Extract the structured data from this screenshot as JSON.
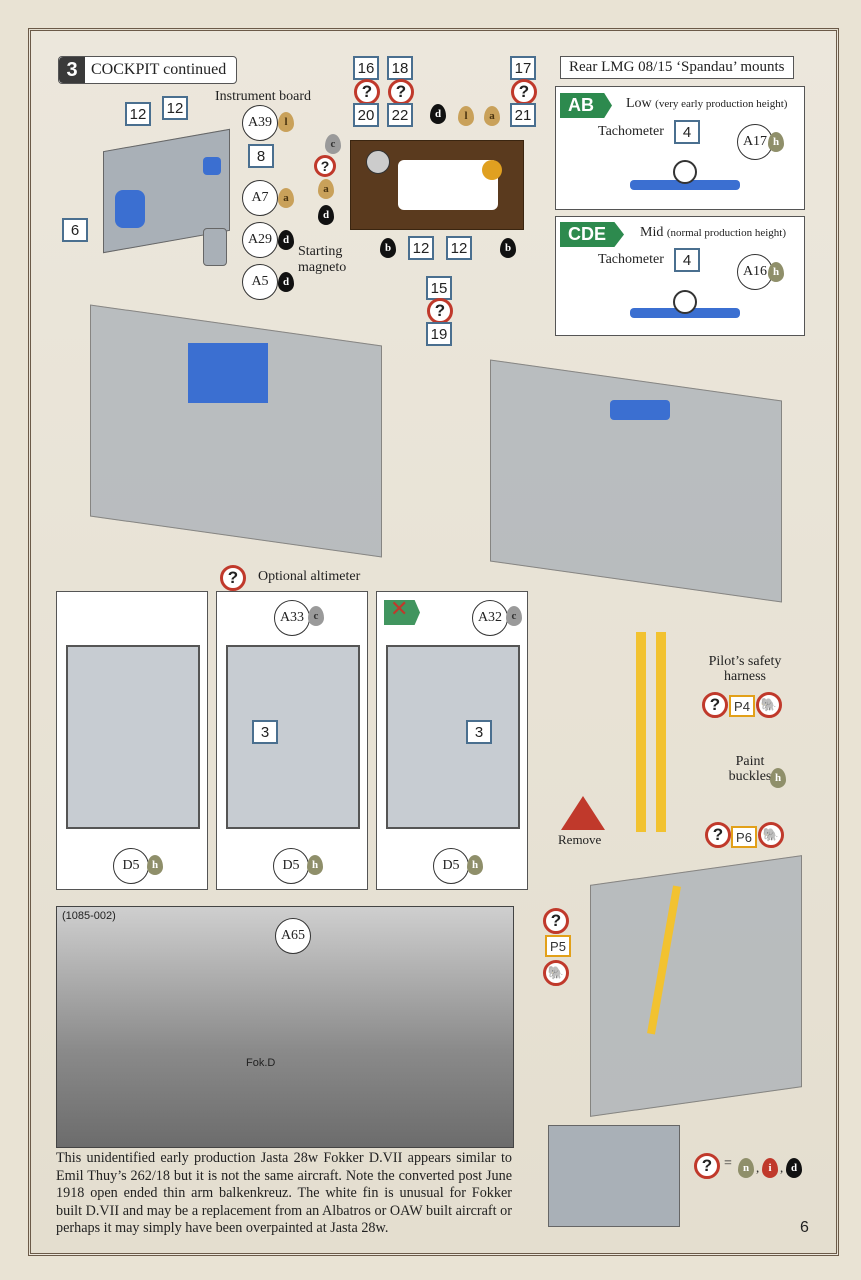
{
  "step": {
    "number": "3",
    "label": "COCKPIT continued"
  },
  "instrument": {
    "title": "Instrument board",
    "parts": [
      "A39",
      "A7",
      "A29",
      "A5"
    ],
    "paints": [
      "l",
      "a",
      "d",
      "d"
    ],
    "nums": [
      "12",
      "12",
      "8",
      "6"
    ],
    "starting_magneto": "Starting magneto"
  },
  "board": {
    "top_nums": [
      "16",
      "18",
      "17",
      "20",
      "22",
      "21"
    ],
    "bottom_nums": [
      "12",
      "12",
      "15",
      "19"
    ],
    "paint_labels": [
      "c",
      "a",
      "d",
      "l",
      "a",
      "d",
      "b",
      "b"
    ]
  },
  "spandau": {
    "title": "Rear LMG 08/15 ‘Spandau’ mounts",
    "ab": {
      "tag": "AB",
      "label": "Low",
      "note": "(very early production height)",
      "tach": "Tachometer",
      "num": "4",
      "part": "A17",
      "paint": "h"
    },
    "cde": {
      "tag": "CDE",
      "label": "Mid",
      "note": "(normal production height)",
      "tach": "Tachometer",
      "num": "4",
      "part": "A16",
      "paint": "h"
    }
  },
  "altimeter": {
    "title": "Optional altimeter",
    "panels": [
      {
        "part": "",
        "paint": "",
        "num": "",
        "d": "D5",
        "dpaint": "h"
      },
      {
        "part": "A33",
        "paint": "c",
        "num": "3",
        "d": "D5",
        "dpaint": "h"
      },
      {
        "part": "A32",
        "paint": "c",
        "num": "3",
        "d": "D5",
        "dpaint": "h"
      }
    ]
  },
  "harness": {
    "title": "Pilot’s safety harness",
    "p4": "P4",
    "paint_buckles": "Paint buckles",
    "buckle_paint": "h",
    "remove": "Remove",
    "p6": "P6",
    "p5": "P5"
  },
  "photo": {
    "ref": "(1085-002)",
    "part": "A65",
    "fuselage_text": "Fok.D"
  },
  "caption": "This unidentified early production Jasta 28w Fokker D.VII appears similar to Emil Thuy’s 262/18 but it is not the same aircraft. Note the converted post June 1918 open ended thin arm balkenkreuz. The white fin is unusual for Fokker built D.VII and may be a replacement from an Albatros or OAW built aircraft or perhaps it may simply have been overpainted at Jasta 28w.",
  "legend": {
    "eq": "=",
    "items": [
      "n",
      "i",
      "d"
    ],
    "sep": ","
  },
  "page_number": "6",
  "colors": {
    "accent_red": "#c0392b",
    "tag_green": "#2d8a4e",
    "part_blue": "#3b6fd1",
    "harness_yellow": "#f2c230"
  }
}
